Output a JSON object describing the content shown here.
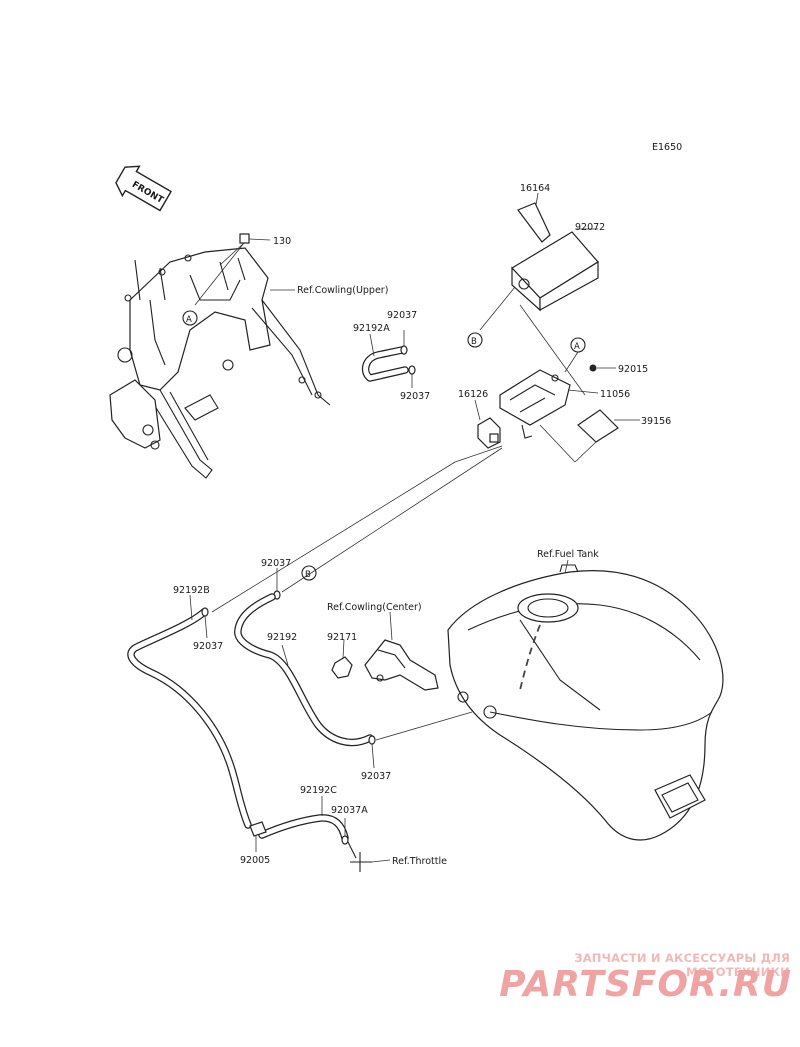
{
  "diagram": {
    "code": "E1650",
    "front_label": "FRONT",
    "refs": {
      "cowling_upper": "Ref.Cowling(Upper)",
      "cowling_center": "Ref.Cowling(Center)",
      "fuel_tank": "Ref.Fuel Tank",
      "throttle": "Ref.Throttle"
    },
    "callouts": {
      "a": "A",
      "b": "B"
    },
    "parts": [
      {
        "id": "p130",
        "number": "130"
      },
      {
        "id": "p92072",
        "number": "92072"
      },
      {
        "id": "p16164",
        "number": "16164"
      },
      {
        "id": "p92037_top",
        "number": "92037"
      },
      {
        "id": "p92192A",
        "number": "92192A"
      },
      {
        "id": "p92037_mid",
        "number": "92037"
      },
      {
        "id": "p92015",
        "number": "92015"
      },
      {
        "id": "p16126",
        "number": "16126"
      },
      {
        "id": "p11056",
        "number": "11056"
      },
      {
        "id": "p39156",
        "number": "39156"
      },
      {
        "id": "p92037_b",
        "number": "92037"
      },
      {
        "id": "p92192B",
        "number": "92192B"
      },
      {
        "id": "p92037_left",
        "number": "92037"
      },
      {
        "id": "p92192",
        "number": "92192"
      },
      {
        "id": "p92171",
        "number": "92171"
      },
      {
        "id": "p92037_low",
        "number": "92037"
      },
      {
        "id": "p92192C",
        "number": "92192C"
      },
      {
        "id": "p92037A",
        "number": "92037A"
      },
      {
        "id": "p92005",
        "number": "92005"
      }
    ]
  },
  "watermark": {
    "caption": "ЗАПЧАСТИ И АКСЕССУАРЫ ДЛЯ МОТОТЕХНИКИ",
    "logo": "PARTSFOR.RU"
  }
}
